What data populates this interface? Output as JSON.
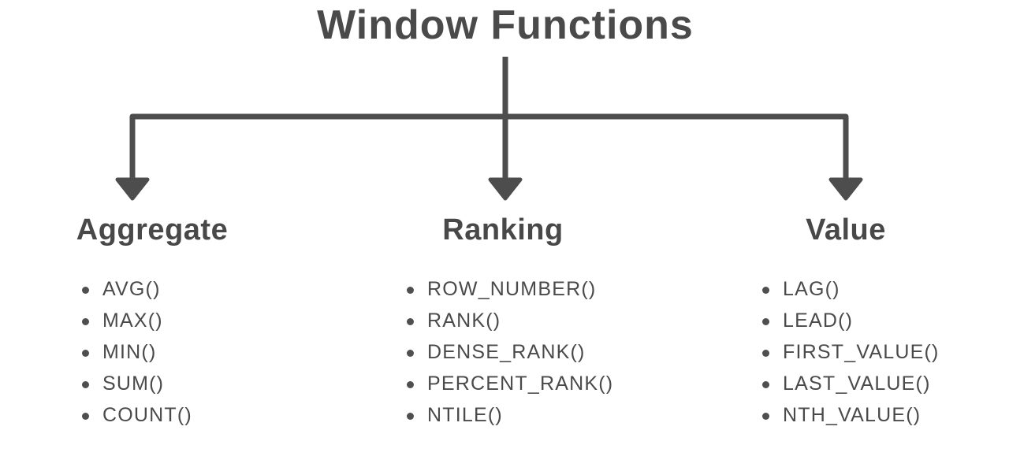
{
  "diagram": {
    "title": "Window Functions",
    "colors": {
      "background": "#ffffff",
      "text": "#4a4a4a",
      "line": "#4d4d4d"
    },
    "columns": [
      {
        "title": "Aggregate",
        "items": [
          "AVG()",
          "MAX()",
          "MIN()",
          "SUM()",
          "COUNT()"
        ]
      },
      {
        "title": "Ranking",
        "items": [
          "ROW_NUMBER()",
          "RANK()",
          "DENSE_RANK()",
          "PERCENT_RANK()",
          "NTILE()"
        ]
      },
      {
        "title": "Value",
        "items": [
          "LAG()",
          "LEAD()",
          "FIRST_VALUE()",
          "LAST_VALUE()",
          "NTH_VALUE()"
        ]
      }
    ]
  }
}
